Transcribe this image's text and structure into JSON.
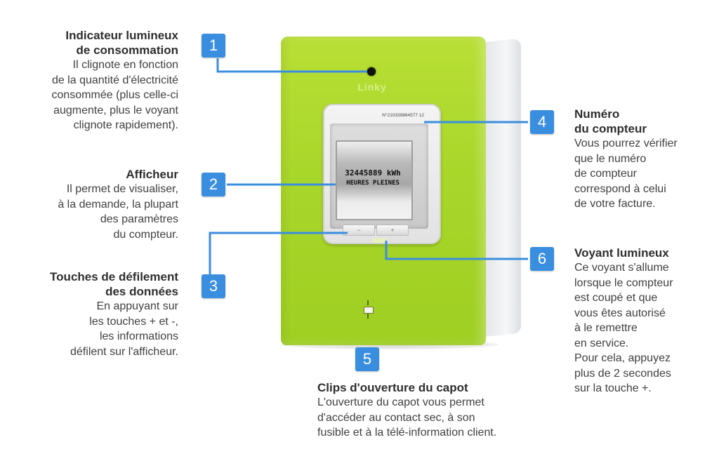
{
  "device": {
    "logo": "Linky",
    "serial": "N°210339864577 12",
    "display_line1": "32445889 kWh",
    "display_line2": "HEURES PLEINES",
    "key_plus": "+",
    "key_minus": "−"
  },
  "callouts": [
    {
      "number": "1",
      "title_lines": [
        "Indicateur lumineux",
        "de consommation"
      ],
      "body_lines": [
        "Il clignote en fonction",
        "de la quantité d'électricité",
        "consommée (plus celle-ci",
        "augmente, plus le voyant",
        "clignote rapidement)."
      ]
    },
    {
      "number": "2",
      "title_lines": [
        "Afficheur"
      ],
      "body_lines": [
        "Il permet de visualiser,",
        "à la demande, la plupart",
        "des paramètres",
        "du compteur."
      ]
    },
    {
      "number": "3",
      "title_lines": [
        "Touches de défilement",
        "des données"
      ],
      "body_lines": [
        "En appuyant sur",
        "les touches + et -,",
        "les informations",
        "défilent sur l'afficheur."
      ]
    },
    {
      "number": "4",
      "title_lines": [
        "Numéro",
        "du compteur"
      ],
      "body_lines": [
        "Vous pourrez vérifier",
        "que le numéro",
        "de compteur",
        "correspond à celui",
        "de votre facture."
      ]
    },
    {
      "number": "5",
      "title_lines": [
        "Clips d'ouverture du capot"
      ],
      "body_lines": [
        "L'ouverture du capot vous permet",
        "d'accéder au contact sec, à son",
        "fusible et à la télé-information client."
      ]
    },
    {
      "number": "6",
      "title_lines": [
        "Voyant lumineux"
      ],
      "body_lines": [
        "Ce voyant s'allume",
        "lorsque le compteur",
        "est coupé et que",
        "vous êtes autorisé",
        "à le remettre",
        "en service.",
        "Pour cela, appuyez",
        "plus de 2 secondes",
        "sur la touche +."
      ]
    }
  ],
  "colors": {
    "badge": "#3a8ee0",
    "device_green": "#a9d62a",
    "leader": "#3a8ee0"
  }
}
